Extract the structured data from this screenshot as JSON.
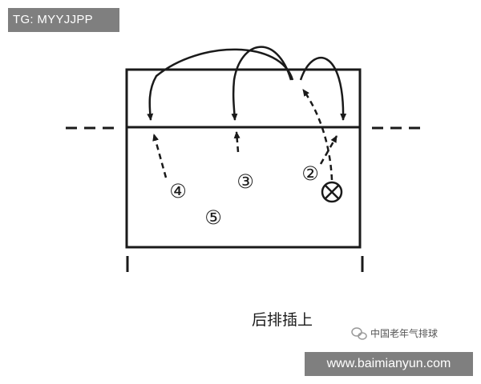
{
  "tag_label": "TG: MYYJJPP",
  "caption": "后排插上",
  "source_mark": "中国老年气排球",
  "url_label": "www.baimianyun.com",
  "players": [
    {
      "number": "④"
    },
    {
      "number": "③"
    },
    {
      "number": "②"
    },
    {
      "number": "⑤"
    }
  ],
  "server_marker_icon": "circled-x-icon",
  "colors": {
    "ink": "#1a1a1a",
    "overlay": "#7f7f7f",
    "overlay_text": "#ffffff"
  }
}
